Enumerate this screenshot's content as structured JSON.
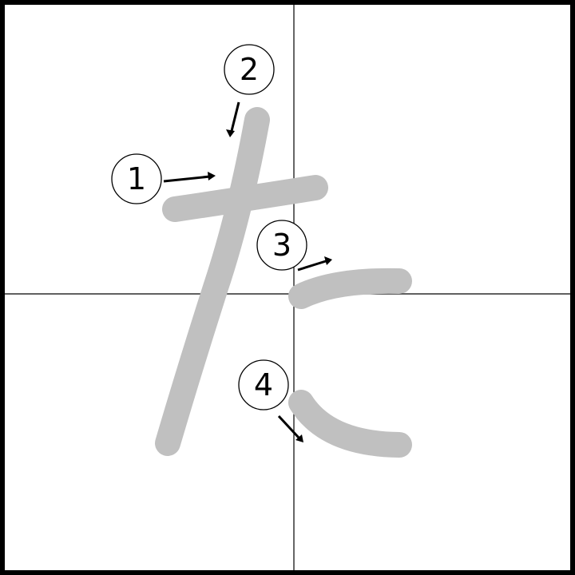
{
  "character": "た",
  "colors": {
    "stroke": "#c0c0c0",
    "ink": "#000000",
    "background": "#ffffff"
  },
  "strokes": [
    {
      "order": "1",
      "label": "1"
    },
    {
      "order": "2",
      "label": "2"
    },
    {
      "order": "3",
      "label": "3"
    },
    {
      "order": "4",
      "label": "4"
    }
  ]
}
